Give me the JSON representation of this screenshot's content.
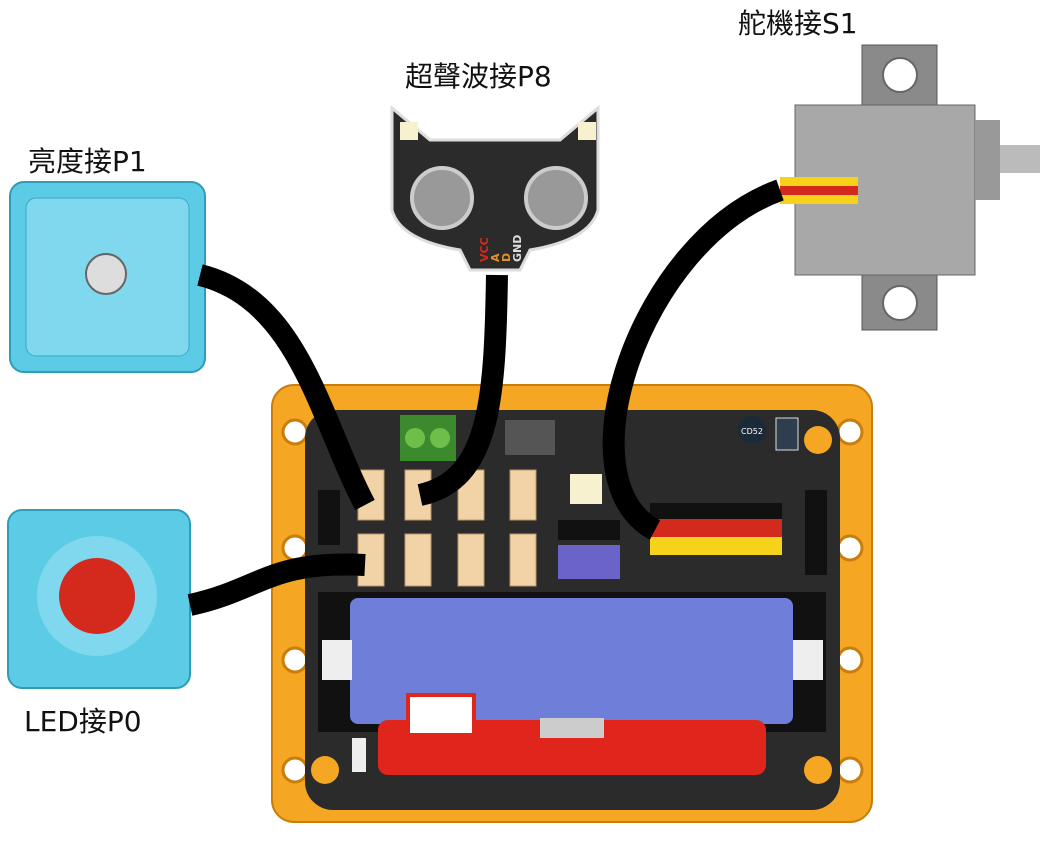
{
  "labels": {
    "light_sensor": "亮度接P1",
    "ultrasonic": "超聲波接P8",
    "servo": "舵機接S1",
    "led": "LED接P0"
  },
  "ultrasonic_pins": {
    "vcc": "VCC",
    "a": "A",
    "d": "D",
    "gnd": "GND"
  },
  "board": {
    "chip_label": "CD52"
  },
  "colors": {
    "frame": "#f5a623",
    "board": "#2b2b2b",
    "module_blue": "#5ccbe6",
    "battery": "#6f7fd9",
    "cable": "#000000",
    "led_red": "#d42a1e",
    "microbit_red": "#e0261c"
  }
}
